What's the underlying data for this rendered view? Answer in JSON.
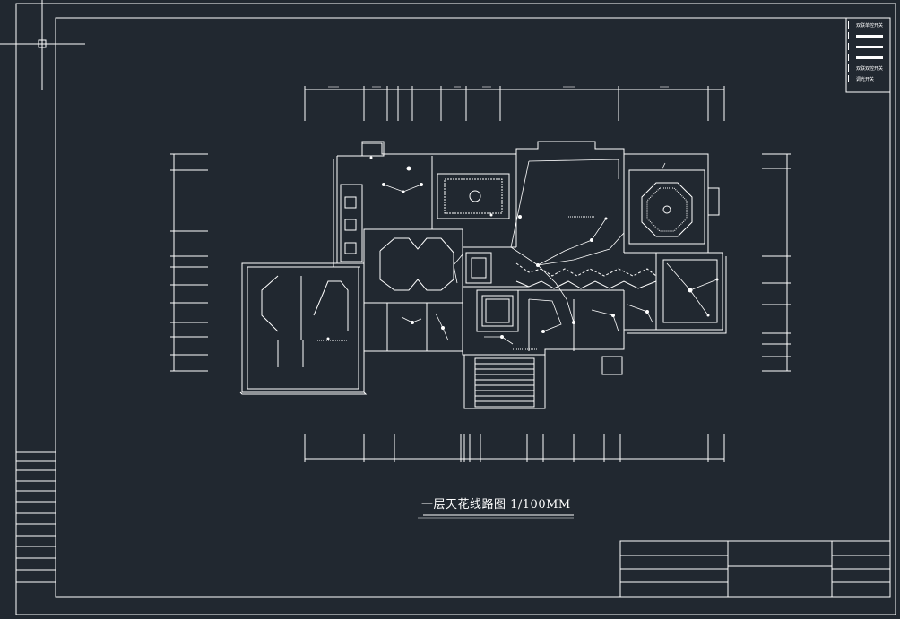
{
  "drawing": {
    "title": "一层天花线路图 1/100MM"
  },
  "legend": {
    "items": [
      {
        "label": "双联单控开关",
        "kind": "text"
      },
      {
        "label": "",
        "kind": "bar"
      },
      {
        "label": "",
        "kind": "bar"
      },
      {
        "label": "",
        "kind": "bar"
      },
      {
        "label": "双联双控开关",
        "kind": "text"
      },
      {
        "label": "调光开关",
        "kind": "text"
      }
    ]
  },
  "colors": {
    "background": "#212830",
    "line": "#ffffff"
  }
}
